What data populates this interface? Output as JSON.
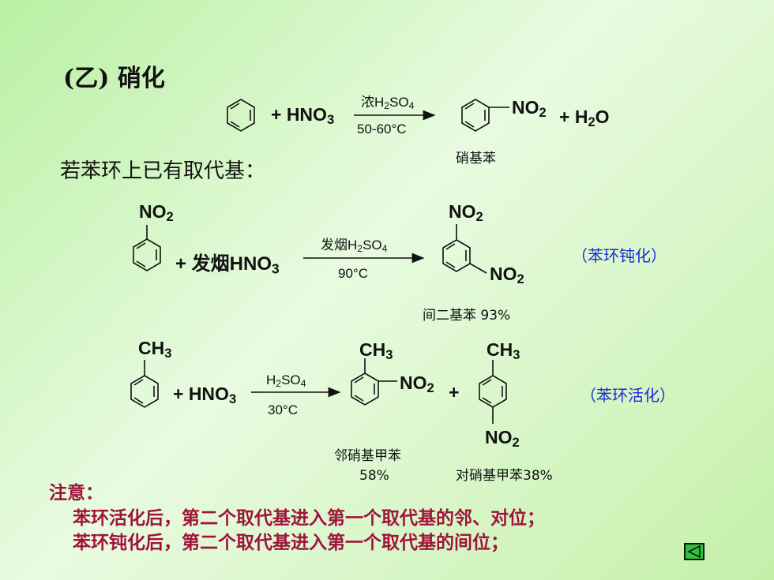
{
  "section_title": "(乙) 硝化",
  "substituent_intro": "若苯环上已有取代基：",
  "reaction1": {
    "reagent_html": "+ HNO<sub>3</sub>",
    "catalyst_html": "浓H<sub>2</sub>SO<sub>4</sub>",
    "temperature": "50-60°C",
    "product_group_html": "NO<sub>2</sub>",
    "byproduct_html": "+ H<sub>2</sub>O",
    "product_name": "硝基苯"
  },
  "reaction2": {
    "reactant_group_html": "NO<sub>2</sub>",
    "reagent_html": "+ 发烟HNO<sub>3</sub>",
    "catalyst_html": "发烟H<sub>2</sub>SO<sub>4</sub>",
    "temperature": "90°C",
    "product_group1_html": "NO<sub>2</sub>",
    "product_group2_html": "NO<sub>2</sub>",
    "product_name": "间二基苯 93%",
    "note": "（苯环钝化）"
  },
  "reaction3": {
    "reactant_group_html": "CH<sub>3</sub>",
    "reagent_html": "+ HNO<sub>3</sub>",
    "catalyst_html": "H<sub>2</sub>SO<sub>4</sub>",
    "temperature": "30°C",
    "ortho_group1_html": "CH<sub>3</sub>",
    "ortho_group2_html": "NO<sub>2</sub>",
    "plus": "+",
    "para_group1_html": "CH<sub>3</sub>",
    "para_group2_html": "NO<sub>2</sub>",
    "ortho_name": "邻硝基甲苯",
    "ortho_yield": "58%",
    "para_name": "对硝基甲苯38%",
    "note": "（苯环活化）"
  },
  "notes": {
    "heading": "注意：",
    "line1": "苯环活化后，第二个取代基进入第一个取代基的邻、对位；",
    "line2": "苯环钝化后，第二个取代基进入第一个取代基的间位；"
  },
  "nav": {
    "icon": "triangle-left-icon"
  }
}
